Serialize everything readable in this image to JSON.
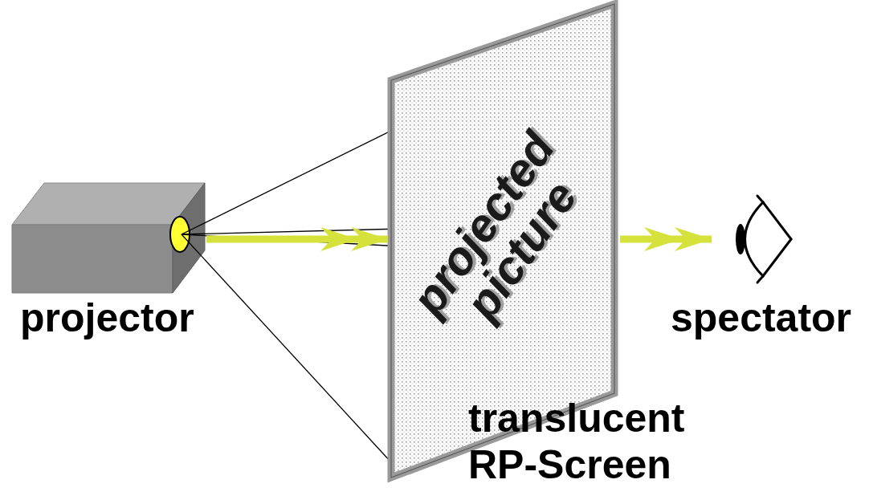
{
  "diagram": {
    "nodes": [
      {
        "text": [
          "projector"
        ]
      },
      {
        "text": [
          "projected picture",
          "translucent RP-Screen"
        ]
      },
      {
        "text": [
          "spectator"
        ]
      }
    ],
    "edges": [
      {
        "from": 0,
        "to": 1,
        "arrow": "to"
      },
      {
        "from": 1,
        "to": 2,
        "arrow": "to"
      }
    ]
  }
}
